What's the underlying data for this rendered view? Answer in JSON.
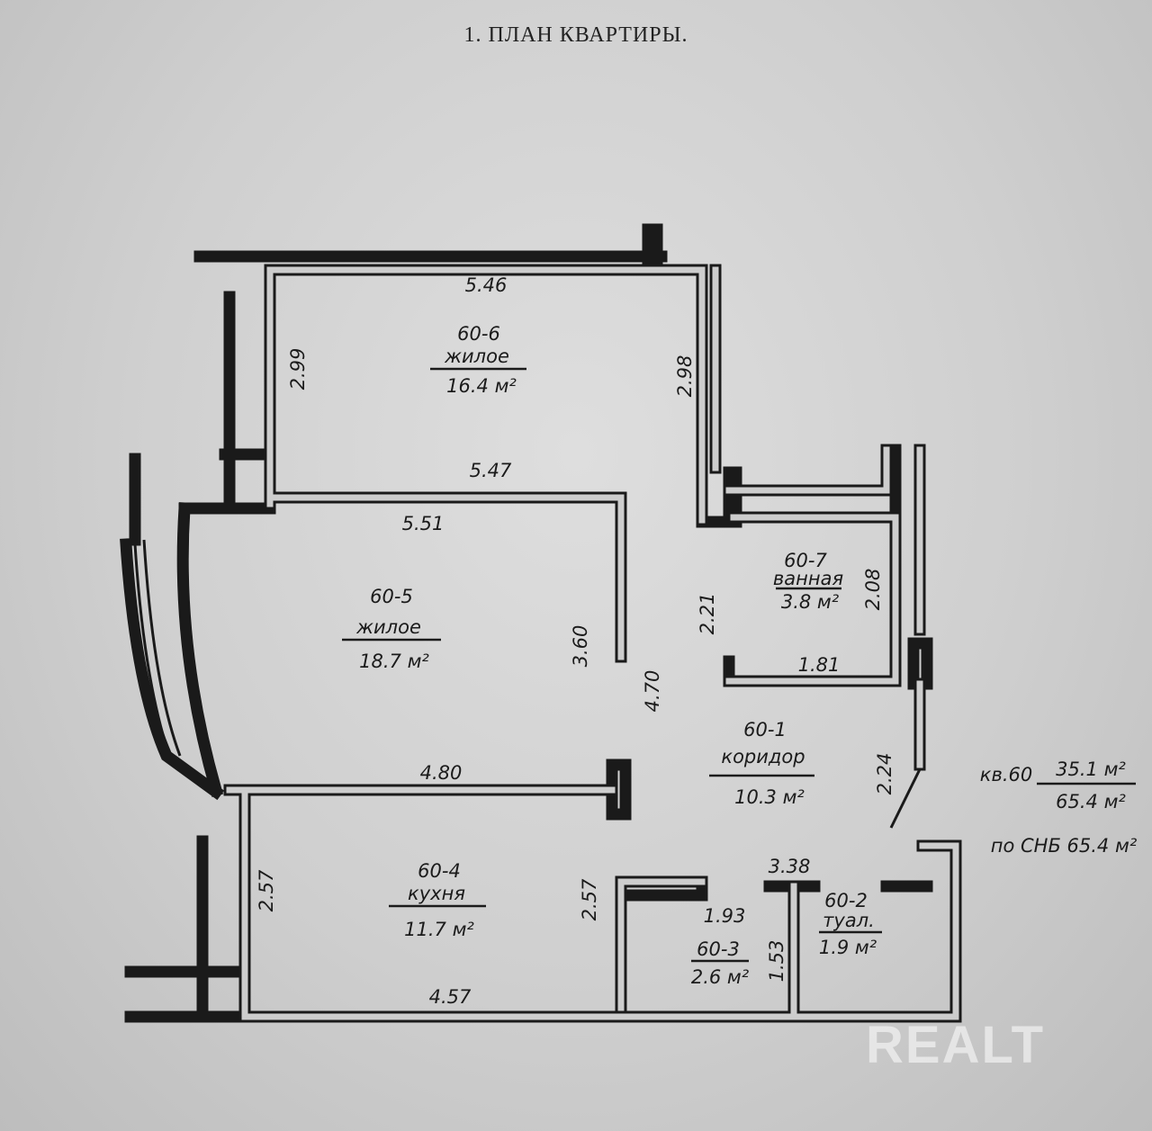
{
  "title": "1.  ПЛАН КВАРТИРЫ.",
  "rooms": [
    {
      "number": "60-6",
      "name": "жилое",
      "area": "16.4 м²"
    },
    {
      "number": "60-5",
      "name": "жилое",
      "area": "18.7 м²"
    },
    {
      "number": "60-7",
      "name": "ванная",
      "area": "3.8 м²"
    },
    {
      "number": "60-1",
      "name": "коридор",
      "area": "10.3 м²"
    },
    {
      "number": "60-4",
      "name": "кухня",
      "area": "11.7 м²"
    },
    {
      "number": "60-3",
      "name": "",
      "area": "2.6 м²"
    },
    {
      "number": "60-2",
      "name": "туал.",
      "area": "1.9 м²"
    }
  ],
  "dimensions": [
    "5.46",
    "2.99",
    "2.98",
    "5.47",
    "5.51",
    "3.60",
    "4.70",
    "2.21",
    "2.08",
    "1.81",
    "2.24",
    "4.80",
    "2.57",
    "2.57",
    "1.93",
    "3.38",
    "1.53",
    "4.57"
  ],
  "summary": {
    "apartment": "кв.60",
    "living_area": "35.1 м²",
    "total_area": "65.4 м²",
    "snb_area": "по СНБ 65.4 м²"
  },
  "watermark": "REALT"
}
